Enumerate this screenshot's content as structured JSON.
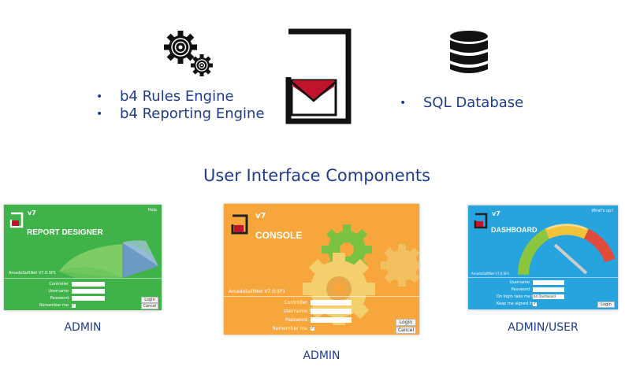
{
  "server": {
    "left_bullets": [
      "b4 Rules Engine",
      "b4 Reporting Engine"
    ],
    "right_bullets": [
      "SQL Database"
    ]
  },
  "section_title": "User Interface Components",
  "icons": {
    "gears": "gears-icon",
    "logo": "amadosoft-logo-icon",
    "database": "database-icon"
  },
  "colors": {
    "text": "#1f3c8c",
    "logo_red": "#c0142c",
    "green": "#3fb34a",
    "orange": "#f7a63c",
    "blue": "#27a3dd"
  },
  "screens": [
    {
      "name": "REPORT DESIGNER",
      "version": "v7",
      "top_link": "Help",
      "copyright": "AmadoSoftNet V7.0.SP1",
      "fields": [
        "Controller",
        "Username",
        "Password"
      ],
      "remember": "Remember me",
      "buttons": [
        "Login",
        "Cancel"
      ],
      "caption": "ADMIN"
    },
    {
      "name": "CONSOLE",
      "version": "v7",
      "copyright": "AmadoSoftNet V7.0.SP1",
      "fields": [
        "Controller",
        "Username",
        "Password"
      ],
      "remember": "Remember me",
      "buttons": [
        "Login",
        "Cancel"
      ],
      "caption": "ADMIN"
    },
    {
      "name": "DASHBOARD",
      "version": "v7",
      "top_link": "What's up?",
      "copyright": "AmadoSoftNet V7.0.SP1",
      "fields": [
        "Username",
        "Password"
      ],
      "login_take": "On login take me to",
      "login_take_value": "b4 Dashboard",
      "keep": "Keep me signed in",
      "button": "Login",
      "caption": "ADMIN/USER"
    }
  ]
}
